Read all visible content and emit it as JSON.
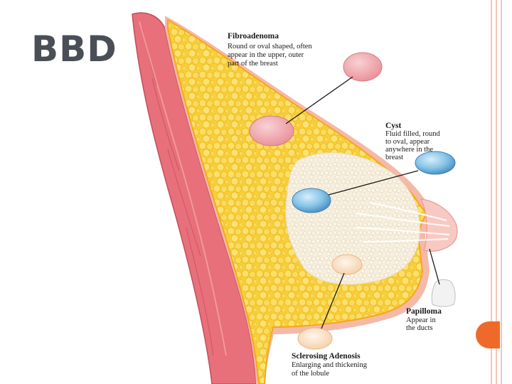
{
  "slide": {
    "title": "BBD"
  },
  "labels": {
    "fibroadenoma": {
      "title": "Fibroadenoma",
      "lines": [
        "Round or oval shaped, often",
        "appear in the upper, outer",
        "part of the breast"
      ]
    },
    "cyst": {
      "title": "Cyst",
      "lines": [
        "Fluid filled, round",
        "to oval, appear",
        "anywhere in the",
        "breast"
      ]
    },
    "papilloma": {
      "title": "Papilloma",
      "lines": [
        "Appear in",
        "the ducts"
      ]
    },
    "sclerosing_adenosis": {
      "title": "Sclerosing Adenosis",
      "lines": [
        "Enlarging and thickening",
        "of the lobule"
      ]
    }
  },
  "colors": {
    "muscle": "#e8707a",
    "fat": "#f7cf3a",
    "fat_border": "#f4a81c",
    "gland": "#f3ead6",
    "fibroadenoma": "#f0a8ae",
    "cyst": "#7fc0e6",
    "accent_orange": "#ef6a2a"
  }
}
